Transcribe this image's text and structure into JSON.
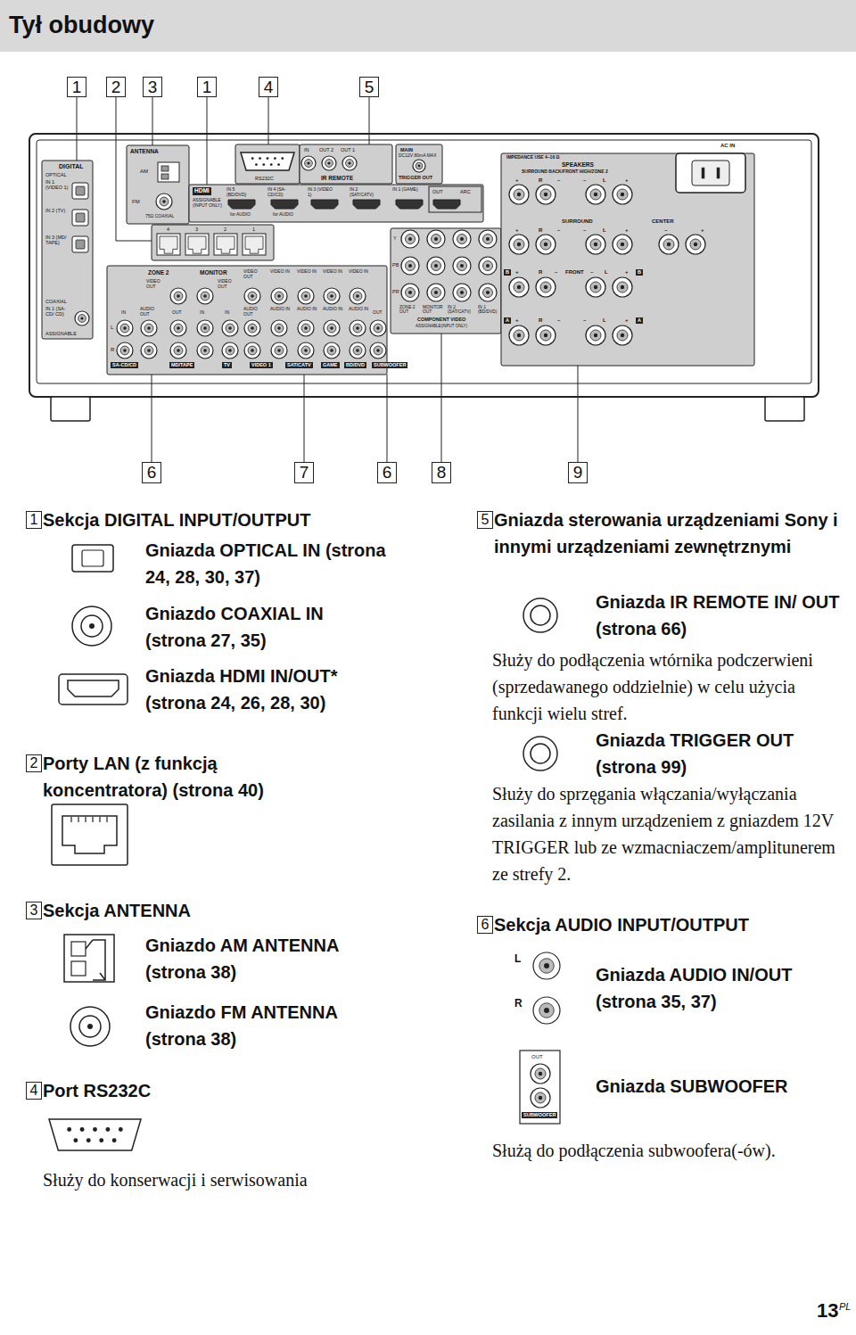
{
  "diagram": {
    "title": "Tył obudowy",
    "nodes": [
      {
        "text": [
          "1"
        ]
      },
      {
        "text": [
          "2"
        ]
      },
      {
        "text": [
          "3"
        ]
      },
      {
        "text": [
          "1"
        ]
      },
      {
        "text": [
          "4"
        ]
      },
      {
        "text": [
          "5"
        ]
      },
      {
        "text": [
          "6"
        ]
      },
      {
        "text": [
          "7"
        ]
      },
      {
        "text": [
          "6"
        ]
      },
      {
        "text": [
          "8"
        ]
      },
      {
        "text": [
          "9"
        ]
      },
      {
        "text": [
          "1",
          "Sekcja DIGITAL INPUT/OUTPUT"
        ]
      },
      {
        "text": [
          "2",
          "Porty LAN (z funkcją koncentratora) (strona 40)"
        ]
      },
      {
        "text": [
          "3",
          "Sekcja ANTENNA"
        ]
      },
      {
        "text": [
          "4",
          "Port RS232C"
        ]
      },
      {
        "text": [
          "5",
          "Gniazda sterowania urządzeniami Sony i innymi urządzeniami zewnętrznymi"
        ]
      },
      {
        "text": [
          "6",
          "Sekcja AUDIO INPUT/OUTPUT"
        ]
      }
    ],
    "labels": [
      "DIGITAL",
      "OPTICAL",
      "IN 1 (VIDEO 1)",
      "IN 2 (TV)",
      "IN 3 (MD/ TAPE)",
      "COAXIAL",
      "IN 1 (SA-CD/ CD)",
      "ASSIGNABLE",
      "ANTENNA",
      "AM",
      "FM",
      "75Ω COAXIAL",
      "RS232C",
      "IN",
      "OUT 2",
      "OUT 1",
      "IR REMOTE",
      "MAIN",
      "DC12V 80mA MAX",
      "TRIGGER OUT",
      "HDMI",
      "IN 5 (BD/DVD)",
      "IN 4 (SA-CD/CD)",
      "IN 3 (VIDEO 1)",
      "IN 2 (SAT/CATV)",
      "IN 1 (GAME)",
      "OUT",
      "ARC",
      "ASSIGNABLE (INPUT ONLY)",
      "for AUDIO",
      "for AUDIO",
      "4",
      "3",
      "2",
      "1",
      "ZONE 2",
      "MONITOR",
      "VIDEO OUT",
      "VIDEO OUT",
      "VIDEO OUT",
      "VIDEO IN",
      "VIDEO IN",
      "VIDEO IN",
      "VIDEO IN",
      "IN",
      "AUDIO OUT",
      "OUT",
      "IN",
      "IN",
      "AUDIO OUT",
      "AUDIO IN",
      "AUDIO IN",
      "AUDIO IN",
      "AUDIO IN",
      "OUT",
      "L",
      "R",
      "SA-CD/CD",
      "MD/TAPE",
      "TV",
      "VIDEO 1",
      "SAT/CATV",
      "GAME",
      "BD/DVD",
      "SUBWOOFER",
      "Y",
      "PB",
      "PR",
      "ZONE 2 OUT",
      "MONITOR OUT",
      "IN 2 (SAT/CATV)",
      "IN 1 (BD/DVD)",
      "COMPONENT VIDEO",
      "ASSIGNABLE(INPUT ONLY)",
      "IMPEDANCE USE 4–16 Ω",
      "SPEAKERS",
      "SURROUND BACK/FRONT HIGH/ZONE 2",
      "+",
      "R",
      "–",
      "–",
      "L",
      "+",
      "SURROUND",
      "+",
      "R",
      "–",
      "–",
      "L",
      "+",
      "CENTER",
      "–",
      "+",
      "B",
      "+",
      "R",
      "–",
      "FRONT",
      "–",
      "L",
      "+",
      "B",
      "A",
      "+",
      "R",
      "–",
      "–",
      "L",
      "+",
      "A",
      "AC IN",
      "Gniazda OPTICAL IN (strona 24, 28, 30, 37)",
      "Gniazdo COAXIAL IN (strona 27, 35)",
      "Gniazda HDMI IN/OUT* (strona 24, 26, 28, 30)",
      "Gniazdo AM ANTENNA (strona 38)",
      "Gniazdo FM ANTENNA (strona 38)",
      "Służy do konserwacji i serwisowania",
      "Gniazda IR REMOTE IN/ OUT (strona 66)",
      "Służy do podłączenia wtórnika podczerwieni (sprzedawanego oddzielnie) w celu użycia funkcji wielu stref.",
      "Gniazda TRIGGER OUT (strona 99)",
      "Służy do sprzęgania włączania/wyłączania zasilania z innym urządzeniem z gniazdem 12V TRIGGER lub ze wzmacniaczem/amplitunerem ze strefy 2.",
      "L",
      "R",
      "Gniazda AUDIO IN/OUT (strona 35, 37)",
      "OUT",
      "SUBWOOFER",
      "Gniazda SUBWOOFER",
      "Służą do podłączenia subwoofera(-ów).",
      "13",
      "PL"
    ]
  }
}
